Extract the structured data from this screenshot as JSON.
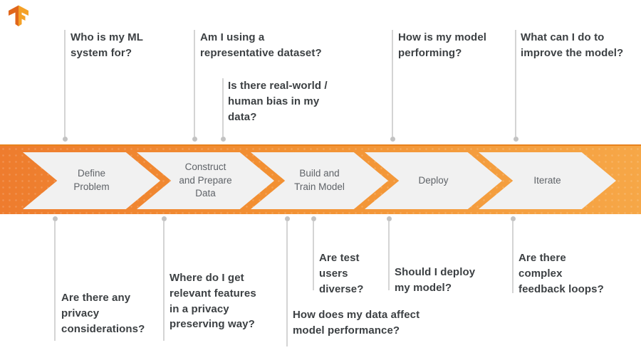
{
  "page": {
    "background": "#ffffff"
  },
  "logo": {
    "name": "TensorFlow",
    "color_dark": "#e0661b",
    "color_light": "#f4a127"
  },
  "banner": {
    "gradient_left": "#ee7c2e",
    "gradient_right": "#f6a747",
    "chevron_fill": "#f1f1f1",
    "label_color": "#5f6368"
  },
  "pipeline": {
    "stages": [
      {
        "label": "Define\nProblem"
      },
      {
        "label": "Construct\nand Prepare\nData"
      },
      {
        "label": "Build and\nTrain Model"
      },
      {
        "label": "Deploy"
      },
      {
        "label": "Iterate"
      }
    ]
  },
  "questions_top": [
    {
      "text": "Who is my ML\nsystem for?"
    },
    {
      "text": "Am I using a\nrepresentative dataset?"
    },
    {
      "text": "Is there real-world /\nhuman bias in my\ndata?"
    },
    {
      "text": "How is my model\nperforming?"
    },
    {
      "text": "What can I do to\nimprove the model?"
    }
  ],
  "questions_bottom": [
    {
      "text": "Are there any\nprivacy\nconsiderations?"
    },
    {
      "text": "Where do I get\nrelevant features\nin a privacy\npreserving way?"
    },
    {
      "text": "How does my data affect\nmodel performance?"
    },
    {
      "text": "Are test\nusers\ndiverse?"
    },
    {
      "text": "Should I deploy\nmy model?"
    },
    {
      "text": "Are there\ncomplex\nfeedback loops?"
    }
  ],
  "colors": {
    "question_text": "#3c4043",
    "connector": "#d4d4d4",
    "connector_dot": "#c3c3c3"
  }
}
